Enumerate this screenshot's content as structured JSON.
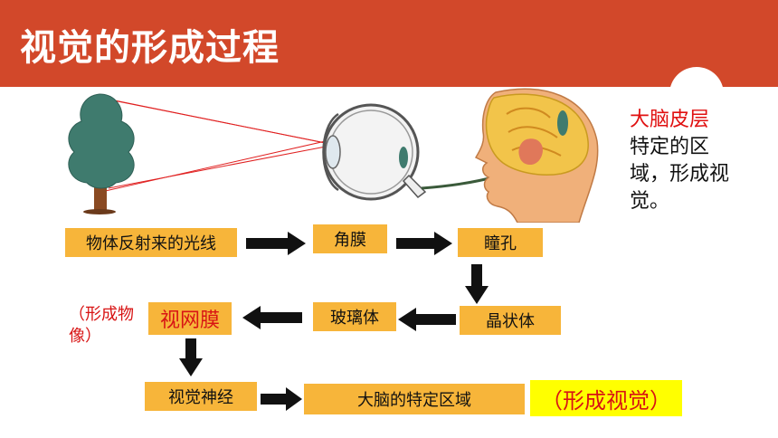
{
  "header": {
    "title": "视觉的形成过程"
  },
  "side_note": {
    "highlight": "大脑皮层",
    "text": "特定的区域，形成视觉。"
  },
  "flow": {
    "light": "物体反射来的光线",
    "cornea": "角膜",
    "pupil": "瞳孔",
    "lens": "晶状体",
    "vitreous": "玻璃体",
    "retina": "视网膜",
    "retina_note": "（形成物像）",
    "optic_nerve": "视觉神经",
    "brain_area": "大脑的特定区域",
    "result": "（形成视觉）"
  },
  "colors": {
    "banner": "#d2482a",
    "box": "#f7b53a",
    "accent_red": "#d81414",
    "result_bg": "#ffff00"
  }
}
